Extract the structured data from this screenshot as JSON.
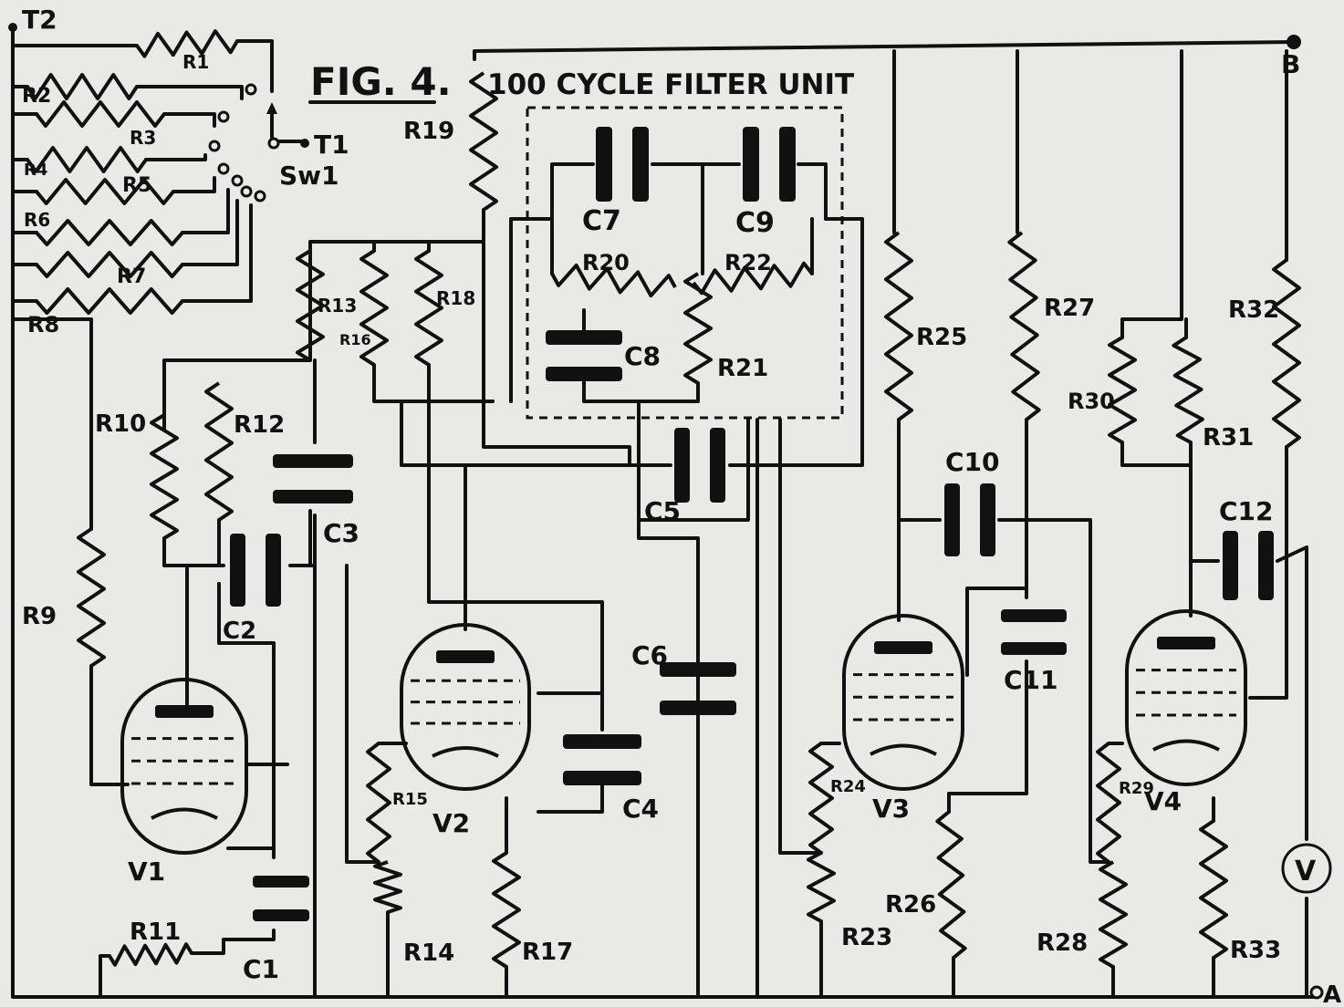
{
  "figure": {
    "title": "FIG. 4.",
    "filter_label": "100 CYCLE FILTER UNIT"
  },
  "terminals": {
    "t1": "T1",
    "t2": "T2",
    "a": "A",
    "b": "B"
  },
  "switch_label": "Sw1",
  "meter_label": "V",
  "labels": {
    "R1": "R1",
    "R2": "R2",
    "R3": "R3",
    "R4": "R4",
    "R5": "R5",
    "R6": "R6",
    "R7": "R7",
    "R8": "R8",
    "R9": "R9",
    "R10": "R10",
    "R11": "R11",
    "R12": "R12",
    "R13": "R13",
    "R14": "R14",
    "R15": "R15",
    "R16": "R16",
    "R17": "R17",
    "R18": "R18",
    "R19": "R19",
    "R20": "R20",
    "R21": "R21",
    "R22": "R22",
    "R23": "R23",
    "R24": "R24",
    "R25": "R25",
    "R26": "R26",
    "R27": "R27",
    "R28": "R28",
    "R29": "R29",
    "R30": "R30",
    "R31": "R31",
    "R32": "R32",
    "R33": "R33",
    "C1": "C1",
    "C2": "C2",
    "C3": "C3",
    "C4": "C4",
    "C5": "C5",
    "C6": "C6",
    "C7": "C7",
    "C8": "C8",
    "C9": "C9",
    "C10": "C10",
    "C11": "C11",
    "C12": "C12",
    "V1": "V1",
    "V2": "V2",
    "V3": "V3",
    "V4": "V4"
  }
}
